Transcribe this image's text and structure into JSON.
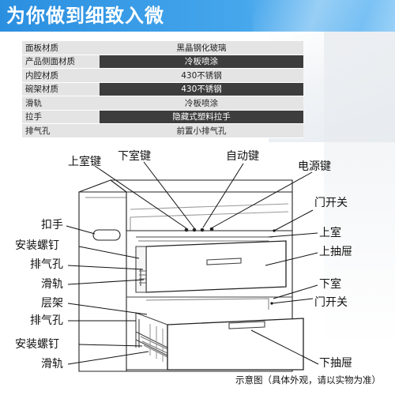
{
  "banner": {
    "title": "为你做到细致入微"
  },
  "spec_table": {
    "rows": [
      {
        "key": "面板材质",
        "value": "黑晶钢化玻璃",
        "style": "light"
      },
      {
        "key": "产品侧面材质",
        "value": "冷板喷涂",
        "style": "dark"
      },
      {
        "key": "内腔材质",
        "value": "430不锈钢",
        "style": "light"
      },
      {
        "key": "碗架材质",
        "value": "430不锈钢",
        "style": "dark"
      },
      {
        "key": "滑轨",
        "value": "冷板喷涂",
        "style": "light"
      },
      {
        "key": "拉手",
        "value": "隐藏式塑料拉手",
        "style": "dark"
      },
      {
        "key": "排气孔",
        "value": "前置小排气孔",
        "style": "light"
      }
    ]
  },
  "labels": {
    "upper_key": "上室键",
    "lower_key": "下室键",
    "auto_key": "自动键",
    "power_key": "电源键",
    "door_switch_top": "门开关",
    "upper_chamber": "上室",
    "upper_drawer": "上抽屉",
    "lower_chamber": "下室",
    "door_switch_bottom": "门开关",
    "lower_drawer": "下抽屉",
    "handle": "扣手",
    "screw_1": "安装螺钉",
    "vent_1": "排气孔",
    "rail_1": "滑轨",
    "shelf": "层架",
    "vent_2": "排气孔",
    "screw_2": "安装螺钉",
    "rail_2": "滑轨"
  },
  "caption": "示意图（具体外观，请以实物为准）",
  "colors": {
    "banner": "#2b8fe0",
    "table_light": "#e4e4e4",
    "table_dark": "#3d3d3d"
  }
}
